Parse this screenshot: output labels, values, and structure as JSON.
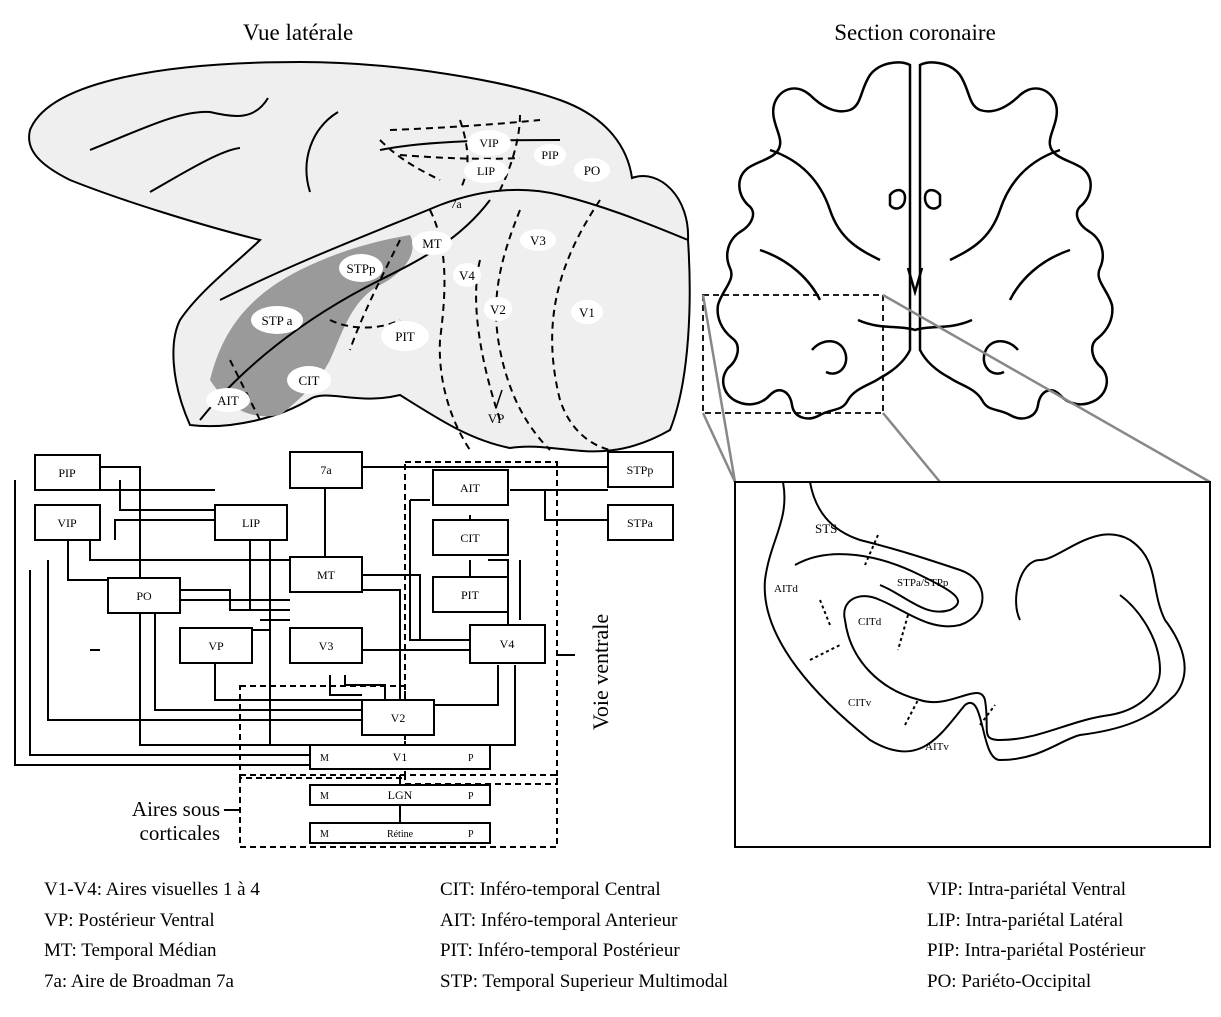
{
  "titles": {
    "lateral": "Vue latérale",
    "coronal": "Section coronaire"
  },
  "lateral_labels": {
    "vip": "VIP",
    "pip": "PIP",
    "lip": "LIP",
    "po": "PO",
    "a7": "7a",
    "mt": "MT",
    "v3": "V3",
    "stpp": "STPp",
    "v4": "V4",
    "stpa": "STP a",
    "v2": "V2",
    "v1": "V1",
    "pit": "PIT",
    "cit": "CIT",
    "ait": "AIT",
    "vp": "VP"
  },
  "diagram_boxes": {
    "pip": "PIP",
    "vip": "VIP",
    "a7": "7a",
    "lip": "LIP",
    "po": "PO",
    "mt": "MT",
    "vp": "VP",
    "v3": "V3",
    "v2": "V2",
    "v4": "V4",
    "ait": "AIT",
    "cit": "CIT",
    "pit": "PIT",
    "stpp": "STPp",
    "stpa": "STPa",
    "v1": "V1",
    "lgn": "LGN",
    "retine": "Rétine",
    "m": "M",
    "p": "P"
  },
  "diagram_text": {
    "voie_ventrale": "Voie ventrale",
    "sous_1": "Aires sous",
    "sous_2": "corticales"
  },
  "inset_labels": {
    "sts": "STS",
    "stpa_stpp": "STPa/STPp",
    "aitd": "AITd",
    "citd": "CITd",
    "citv": "CITv",
    "aitv": "AITv"
  },
  "legend": {
    "col1": [
      "V1-V4: Aires visuelles 1 à 4",
      "VP: Postérieur Ventral",
      "MT: Temporal Médian",
      "7a: Aire de Broadman 7a"
    ],
    "col2": [
      "CIT: Inféro-temporal Central",
      "AIT: Inféro-temporal Anterieur",
      "PIT: Inféro-temporal Postérieur",
      "STP: Temporal Superieur Multimodal"
    ],
    "col3": [
      "VIP: Intra-pariétal Ventral",
      "LIP: Intra-pariétal Latéral",
      "PIP: Intra-pariétal Postérieur",
      "PO: Pariéto-Occipital"
    ]
  }
}
